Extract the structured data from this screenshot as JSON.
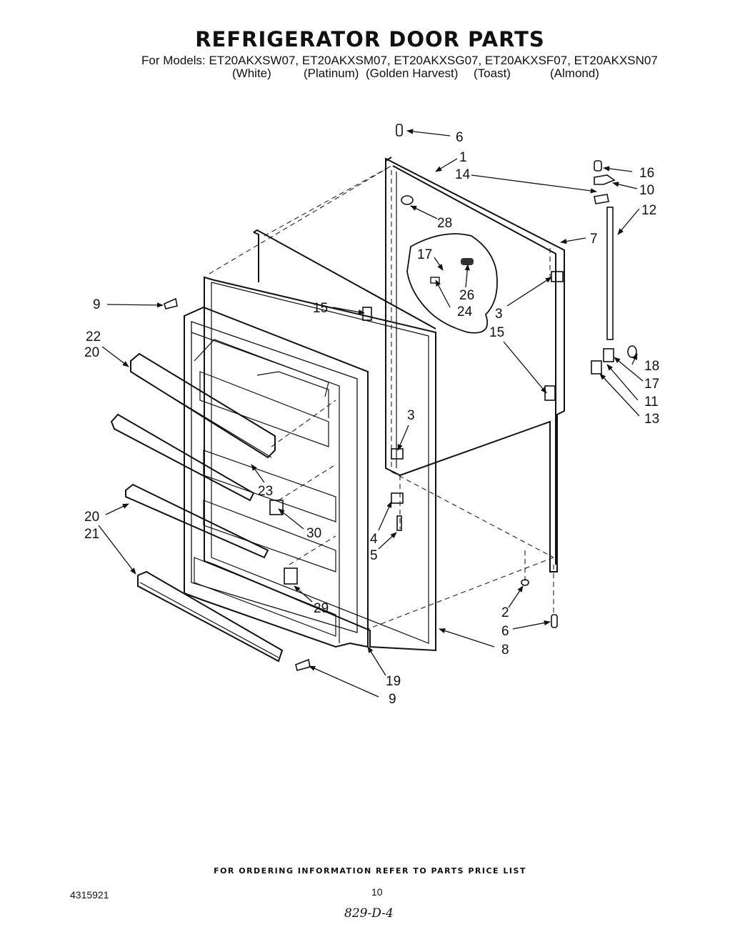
{
  "title": "REFRIGERATOR DOOR PARTS",
  "models_line": "For Models: ET20AKXSW07, ET20AKXSM07, ET20AKXSG07, ET20AKXSF07, ET20AKXSN07",
  "colors": [
    "(White)",
    "(Platinum)",
    "(Golden Harvest)",
    "(Toast)",
    "(Almond)"
  ],
  "callouts": {
    "c6a": "6",
    "c1": "1",
    "c16": "16",
    "c14": "14",
    "c10": "10",
    "c12": "12",
    "c28": "28",
    "c7": "7",
    "c17a": "17",
    "c26": "26",
    "c24": "24",
    "c9a": "9",
    "c15a": "15",
    "c3a": "3",
    "c15b": "15",
    "c22": "22",
    "c20a": "20",
    "c18": "18",
    "c17b": "17",
    "c11": "11",
    "c13": "13",
    "c3b": "3",
    "c23": "23",
    "c20b": "20",
    "c30": "30",
    "c21": "21",
    "c4": "4",
    "c5": "5",
    "c29": "29",
    "c2": "2",
    "c6b": "6",
    "c8": "8",
    "c19": "19",
    "c9b": "9"
  },
  "footer": "FOR ORDERING INFORMATION REFER TO PARTS PRICE LIST",
  "part_number": "4315921",
  "page_number": "10",
  "handwritten_note": "829-D-4"
}
